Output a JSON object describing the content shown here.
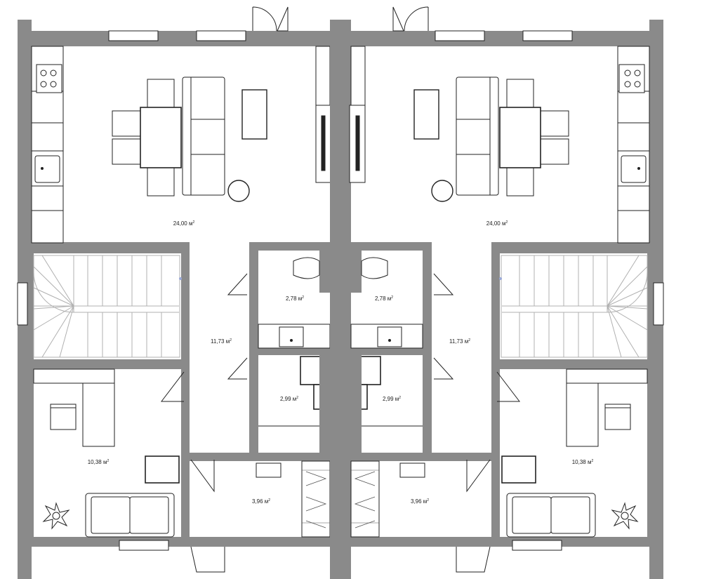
{
  "plan": {
    "units": "м",
    "left_unit": {
      "rooms": {
        "living": "24,00",
        "hall": "11,73",
        "bath": "2,78",
        "laundry": "2,99",
        "bedroom": "10,38",
        "entry": "3,96"
      }
    },
    "right_unit": {
      "rooms": {
        "living": "24,00",
        "hall": "11,73",
        "bath": "2,78",
        "laundry": "2,99",
        "bedroom": "10,38",
        "entry": "3,96"
      }
    },
    "colors": {
      "wall": "#8a8a8a",
      "line": "#222222",
      "stair": "#b0b0b0",
      "background": "#ffffff"
    }
  }
}
